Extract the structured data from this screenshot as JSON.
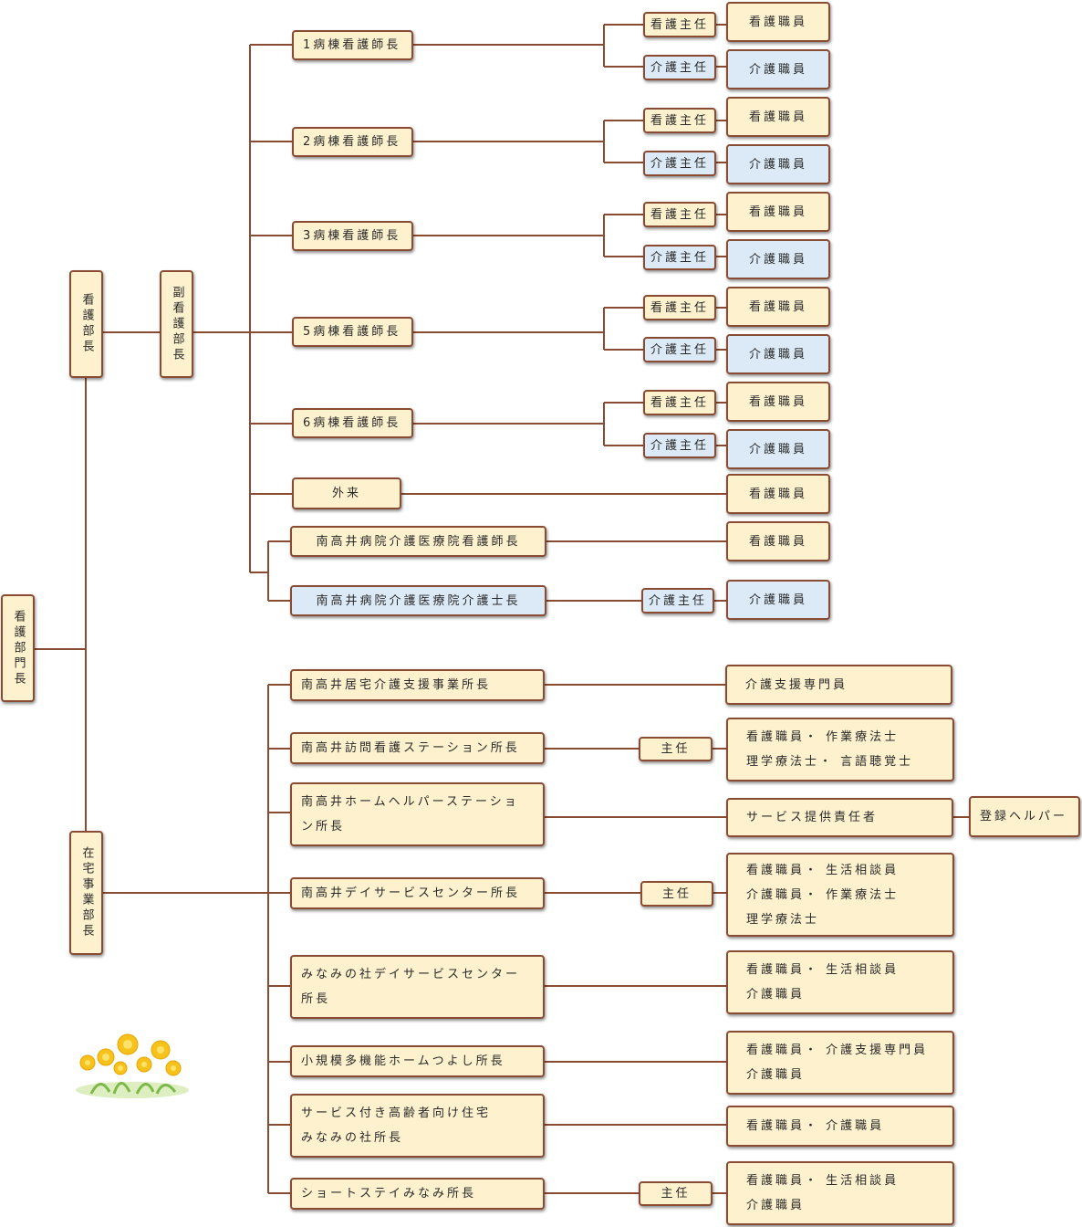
{
  "root": "看護部門長",
  "nursing_director": "看護部長",
  "deputy_director": "副看護部長",
  "home_director": "在宅事業部長",
  "wards": [
    {
      "head": "1病棟看護師長",
      "nurse_chief": "看護主任",
      "nurse_staff": "看護職員",
      "care_chief": "介護主任",
      "care_staff": "介護職員"
    },
    {
      "head": "2病棟看護師長",
      "nurse_chief": "看護主任",
      "nurse_staff": "看護職員",
      "care_chief": "介護主任",
      "care_staff": "介護職員"
    },
    {
      "head": "3病棟看護師長",
      "nurse_chief": "看護主任",
      "nurse_staff": "看護職員",
      "care_chief": "介護主任",
      "care_staff": "介護職員"
    },
    {
      "head": "5病棟看護師長",
      "nurse_chief": "看護主任",
      "nurse_staff": "看護職員",
      "care_chief": "介護主任",
      "care_staff": "介護職員"
    },
    {
      "head": "6病棟看護師長",
      "nurse_chief": "看護主任",
      "nurse_staff": "看護職員",
      "care_chief": "介護主任",
      "care_staff": "介護職員"
    }
  ],
  "outpatient": {
    "head": "外来",
    "staff": "看護職員"
  },
  "care_hospital_nurse": {
    "head": "南高井病院介護医療院看護師長",
    "staff": "看護職員"
  },
  "care_hospital_care": {
    "head": "南高井病院介護医療院介護士長",
    "chief": "介護主任",
    "staff": "介護職員"
  },
  "home": {
    "kyotaku": {
      "head": "南高井居宅介護支援事業所長",
      "staff": "介護支援専門員"
    },
    "houmon": {
      "head": "南高井訪問看護ステーション所長",
      "chief": "主任",
      "staff": [
        "看護職員・ 作業療法士",
        "理学療法士・ 言語聴覚士"
      ]
    },
    "helper": {
      "head": [
        "南高井ホームヘルパーステーショ",
        "ン所長"
      ],
      "staff": "サービス提供責任者",
      "registered": "登録ヘルパー"
    },
    "day": {
      "head": "南高井デイサービスセンター所長",
      "chief": "主任",
      "staff": [
        "看護職員・ 生活相談員",
        "介護職員・ 作業療法士",
        "理学療法士"
      ]
    },
    "minami_day": {
      "head": [
        "みなみの社デイサービスセンター",
        "所長"
      ],
      "staff": [
        "看護職員・ 生活相談員",
        "介護職員"
      ]
    },
    "tsuyoshi": {
      "head": "小規模多機能ホームつよし所長",
      "staff": [
        "看護職員・ 介護支援専門員",
        "介護職員"
      ]
    },
    "sakoju": {
      "head": [
        "サービス付き高齢者向け住宅",
        "みなみの社所長"
      ],
      "staff": "看護職員・ 介護職員"
    },
    "short": {
      "head": "ショートステイみなみ所長",
      "chief": "主任",
      "staff": [
        "看護職員・ 生活相談員",
        "介護職員"
      ]
    }
  },
  "colors": {
    "line": "#8a4b33",
    "box": "#fdf1ce",
    "care_box": "#dceaf7"
  },
  "decoration": "dandelion-flowers"
}
